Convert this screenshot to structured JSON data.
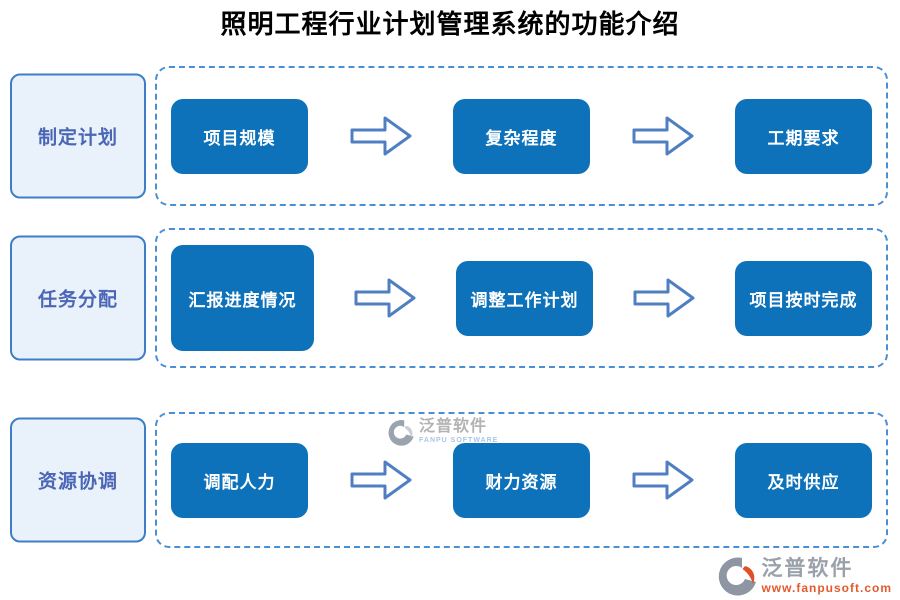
{
  "title": "照明工程行业计划管理系统的功能介绍",
  "rows": [
    {
      "label": "制定计划",
      "steps": [
        "项目规模",
        "复杂程度",
        "工期要求"
      ]
    },
    {
      "label": "任务分配",
      "steps": [
        "汇报进度情况",
        "调整工作计划",
        "项目按时完成"
      ]
    },
    {
      "label": "资源协调",
      "steps": [
        "调配人力",
        "财力资源",
        "及时供应"
      ]
    }
  ],
  "watermark": {
    "brand": "泛普软件",
    "brand_en": "FANPU SOFTWARE"
  },
  "footer": {
    "brand": "泛普软件",
    "website": "www.fanpusoft.com"
  },
  "icons": {
    "arrow": "right-block-arrow-icon",
    "logo": "fanpu-logo-icon"
  },
  "colors": {
    "step_fill": "#0d72b9",
    "step_text": "#ffffff",
    "label_fill": "#e9f1fb",
    "label_border": "#3e7ec6",
    "label_text": "#4a66b5",
    "dashed_border": "#4a8fd4",
    "arrow_stroke": "#4f7fc0",
    "title_text": "#000000",
    "watermark_gray": "#b3b3b3",
    "watermark_blue": "#a9c6e6",
    "footer_gray": "#9aa1aa",
    "footer_orange": "#e25a2e"
  }
}
